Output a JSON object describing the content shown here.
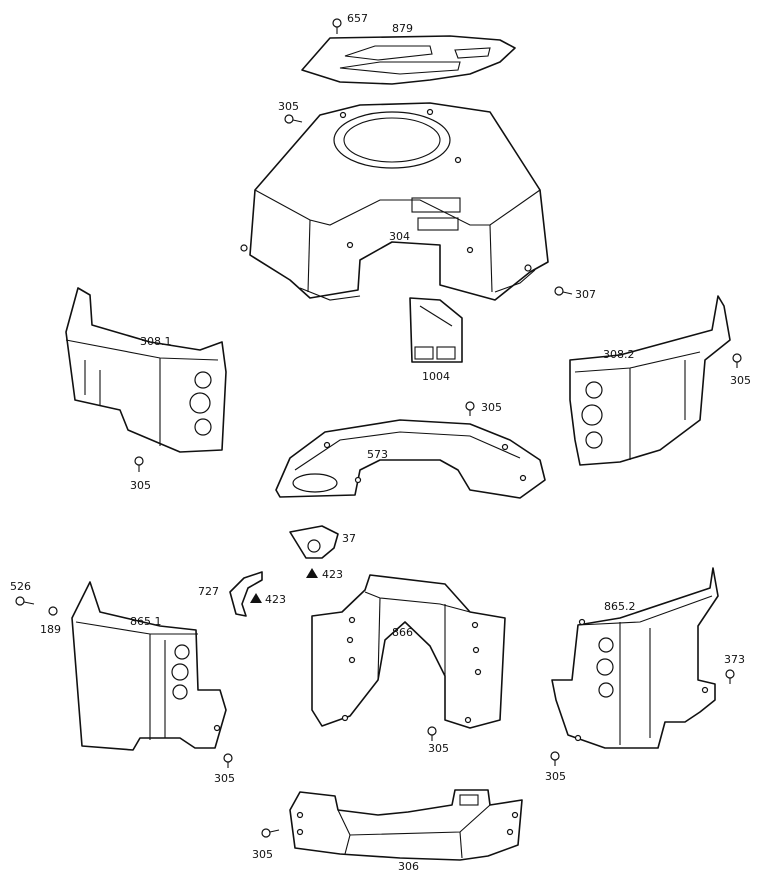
{
  "labels": {
    "p657": "657",
    "p879": "879",
    "p305_top": "305",
    "p304": "304",
    "p307": "307",
    "p308_1": "308.1",
    "p308_2": "308.2",
    "p305_right": "305",
    "p1004": "1004",
    "p305_mid": "305",
    "p573": "573",
    "p305_left": "305",
    "p37": "37",
    "p423_a": "423",
    "p727": "727",
    "p423_b": "423",
    "p526": "526",
    "p189": "189",
    "p865_1": "865.1",
    "p865_2": "865.2",
    "p866": "866",
    "p373": "373",
    "p305_bl": "305",
    "p305_bc": "305",
    "p305_br": "305",
    "p305_bottom": "305",
    "p306": "306"
  }
}
